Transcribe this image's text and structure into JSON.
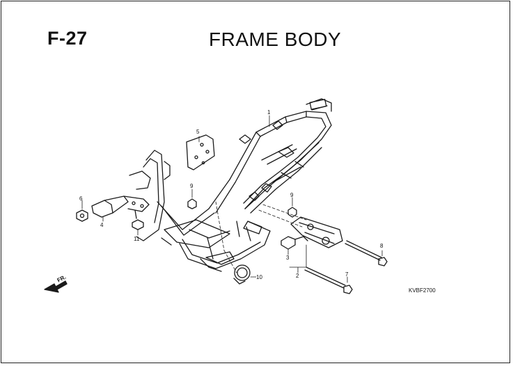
{
  "header": {
    "section_code": "F-27",
    "title": "FRAME BODY"
  },
  "footer": {
    "diagram_code": "KVBF2700"
  },
  "direction_label": "FR.",
  "callouts": [
    {
      "number": "1"
    },
    {
      "number": "2"
    },
    {
      "number": "3"
    },
    {
      "number": "4"
    },
    {
      "number": "5"
    },
    {
      "number": "6"
    },
    {
      "number": "7"
    },
    {
      "number": "8"
    },
    {
      "number": "9"
    },
    {
      "number": "9"
    },
    {
      "number": "10"
    },
    {
      "number": "11"
    }
  ]
}
